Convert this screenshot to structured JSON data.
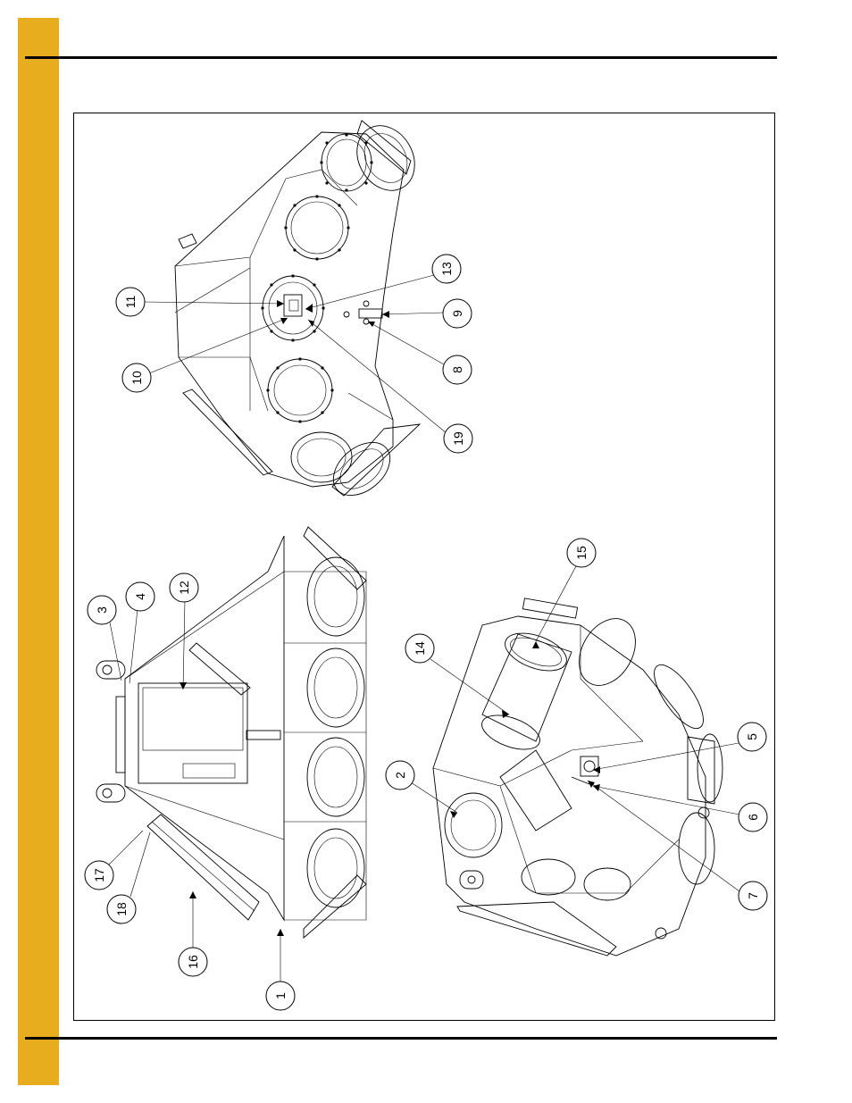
{
  "page": {
    "accent_color": "#E8AC1F",
    "rule_color": "#000000"
  },
  "callouts": {
    "c1": "1",
    "c2": "2",
    "c3": "3",
    "c4": "4",
    "c5": "5",
    "c6": "6",
    "c7": "7",
    "c8": "8",
    "c9": "9",
    "c10": "10",
    "c11": "11",
    "c12": "12",
    "c13": "13",
    "c14": "14",
    "c15": "15",
    "c16": "16",
    "c17": "17",
    "c18": "18",
    "c19": "19"
  }
}
